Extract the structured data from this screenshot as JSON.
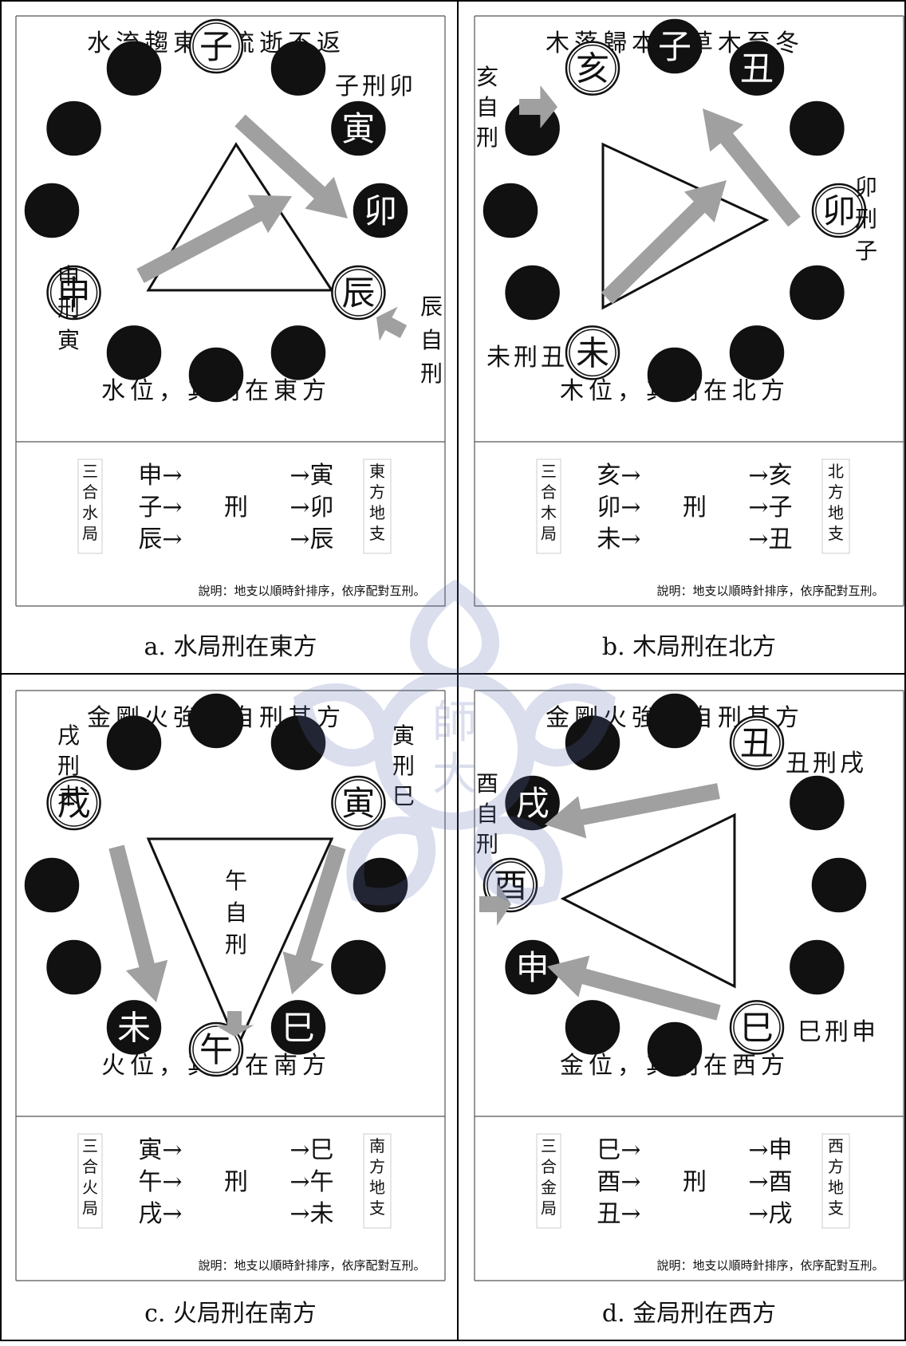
{
  "panels": [
    {
      "title": "水流趨東，流逝不返",
      "bottom": "水位，其刑在東方",
      "caption": "a. 水局刑在東方",
      "table": {
        "group": [
          "三",
          "合",
          "水",
          "局"
        ],
        "left": [
          "申→",
          "子→",
          "辰→"
        ],
        "mid": "刑",
        "right": [
          "→寅",
          "→卯",
          "→辰"
        ],
        "dir": [
          "東",
          "方",
          "地",
          "支"
        ],
        "note": "說明：地支以順時針排序，依序配對互刑。"
      },
      "circles": [
        {
          "pos": 0,
          "label": "子",
          "style": "white"
        },
        {
          "pos": 1,
          "label": "",
          "style": "black"
        },
        {
          "pos": 2,
          "label": "寅",
          "style": "black"
        },
        {
          "pos": 3,
          "label": "卯",
          "style": "black"
        },
        {
          "pos": 4,
          "label": "辰",
          "style": "white"
        },
        {
          "pos": 5,
          "label": "",
          "style": "black"
        },
        {
          "pos": 6,
          "label": "",
          "style": "black"
        },
        {
          "pos": 7,
          "label": "",
          "style": "black"
        },
        {
          "pos": 8,
          "label": "申",
          "style": "white"
        },
        {
          "pos": 9,
          "label": "",
          "style": "black"
        },
        {
          "pos": 10,
          "label": "",
          "style": "black"
        },
        {
          "pos": 11,
          "label": "",
          "style": "black"
        }
      ],
      "annotations": [
        "子刑卯",
        "申刑寅",
        "辰自刑"
      ]
    },
    {
      "title": "木落歸本，草木至冬",
      "bottom": "木位，其刑在北方",
      "caption": "b. 木局刑在北方",
      "table": {
        "group": [
          "三",
          "合",
          "木",
          "局"
        ],
        "left": [
          "亥→",
          "卯→",
          "未→"
        ],
        "mid": "刑",
        "right": [
          "→亥",
          "→子",
          "→丑"
        ],
        "dir": [
          "北",
          "方",
          "地",
          "支"
        ],
        "note": "說明：地支以順時針排序，依序配對互刑。"
      },
      "circles": [
        {
          "pos": 0,
          "label": "子",
          "style": "black"
        },
        {
          "pos": 1,
          "label": "丑",
          "style": "black"
        },
        {
          "pos": 2,
          "label": "",
          "style": "black"
        },
        {
          "pos": 3,
          "label": "卯",
          "style": "white"
        },
        {
          "pos": 4,
          "label": "",
          "style": "black"
        },
        {
          "pos": 5,
          "label": "",
          "style": "black"
        },
        {
          "pos": 6,
          "label": "",
          "style": "black"
        },
        {
          "pos": 7,
          "label": "未",
          "style": "white"
        },
        {
          "pos": 8,
          "label": "",
          "style": "black"
        },
        {
          "pos": 9,
          "label": "",
          "style": "black"
        },
        {
          "pos": 10,
          "label": "",
          "style": "black"
        },
        {
          "pos": 11,
          "label": "亥",
          "style": "white"
        }
      ],
      "annotations": [
        "亥自刑",
        "卯刑子",
        "未刑丑"
      ]
    },
    {
      "title": "金剛火強，自刑其方",
      "bottom": "火位，其刑在南方",
      "caption": "c. 火局刑在南方",
      "table": {
        "group": [
          "三",
          "合",
          "火",
          "局"
        ],
        "left": [
          "寅→",
          "午→",
          "戌→"
        ],
        "mid": "刑",
        "right": [
          "→巳",
          "→午",
          "→未"
        ],
        "dir": [
          "南",
          "方",
          "地",
          "支"
        ],
        "note": "說明：地支以順時針排序，依序配對互刑。"
      },
      "circles": [
        {
          "pos": 0,
          "label": "",
          "style": "black"
        },
        {
          "pos": 1,
          "label": "",
          "style": "black"
        },
        {
          "pos": 2,
          "label": "寅",
          "style": "white"
        },
        {
          "pos": 3,
          "label": "",
          "style": "black"
        },
        {
          "pos": 4,
          "label": "",
          "style": "black"
        },
        {
          "pos": 5,
          "label": "巳",
          "style": "black"
        },
        {
          "pos": 6,
          "label": "午",
          "style": "white"
        },
        {
          "pos": 7,
          "label": "未",
          "style": "black"
        },
        {
          "pos": 8,
          "label": "",
          "style": "black"
        },
        {
          "pos": 9,
          "label": "",
          "style": "black"
        },
        {
          "pos": 10,
          "label": "戌",
          "style": "white"
        },
        {
          "pos": 11,
          "label": "",
          "style": "black"
        }
      ],
      "annotations": [
        "戌刑未",
        "寅刑巳",
        "午自刑"
      ]
    },
    {
      "title": "金剛火強，自刑其方",
      "bottom": "金位，其刑在西方",
      "caption": "d. 金局刑在西方",
      "table": {
        "group": [
          "三",
          "合",
          "金",
          "局"
        ],
        "left": [
          "巳→",
          "酉→",
          "丑→"
        ],
        "mid": "刑",
        "right": [
          "→申",
          "→酉",
          "→戌"
        ],
        "dir": [
          "西",
          "方",
          "地",
          "支"
        ],
        "note": "說明：地支以順時針排序，依序配對互刑。"
      },
      "circles": [
        {
          "pos": 0,
          "label": "",
          "style": "black"
        },
        {
          "pos": 1,
          "label": "丑",
          "style": "white"
        },
        {
          "pos": 2,
          "label": "",
          "style": "black"
        },
        {
          "pos": 3,
          "label": "",
          "style": "black"
        },
        {
          "pos": 4,
          "label": "",
          "style": "black"
        },
        {
          "pos": 5,
          "label": "巳",
          "style": "white"
        },
        {
          "pos": 6,
          "label": "",
          "style": "black"
        },
        {
          "pos": 7,
          "label": "",
          "style": "black"
        },
        {
          "pos": 8,
          "label": "申",
          "style": "black"
        },
        {
          "pos": 9,
          "label": "酉",
          "style": "white"
        },
        {
          "pos": 10,
          "label": "戌",
          "style": "black"
        },
        {
          "pos": 11,
          "label": "",
          "style": "black"
        }
      ],
      "annotations": [
        "丑刑戌",
        "酉自刑",
        "巳刑申"
      ]
    }
  ],
  "watermark": {
    "text": [
      "師",
      "大"
    ]
  },
  "colors": {
    "arrow": "#a0a0a0",
    "circle": "#111111",
    "watermark": "#5a6fb0"
  }
}
